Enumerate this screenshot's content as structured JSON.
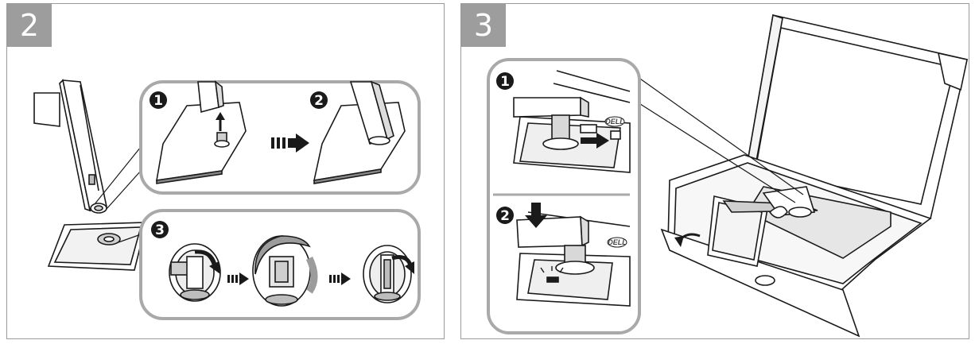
{
  "panels": [
    {
      "step": "2",
      "callouts": [
        "1",
        "2",
        "3"
      ]
    },
    {
      "step": "3",
      "callouts": [
        "1",
        "2"
      ],
      "logo": "DELL"
    }
  ],
  "colors": {
    "badge": "#9d9d9d",
    "inset_border": "#a9a9a9",
    "stroke": "#1a1a1a",
    "shade": "#bdbdbd"
  },
  "icons": [
    "arrow-up-icon",
    "triple-bar-arrow-icon",
    "rotate-arrow-icon",
    "arrow-down-icon",
    "arrow-right-icon"
  ]
}
